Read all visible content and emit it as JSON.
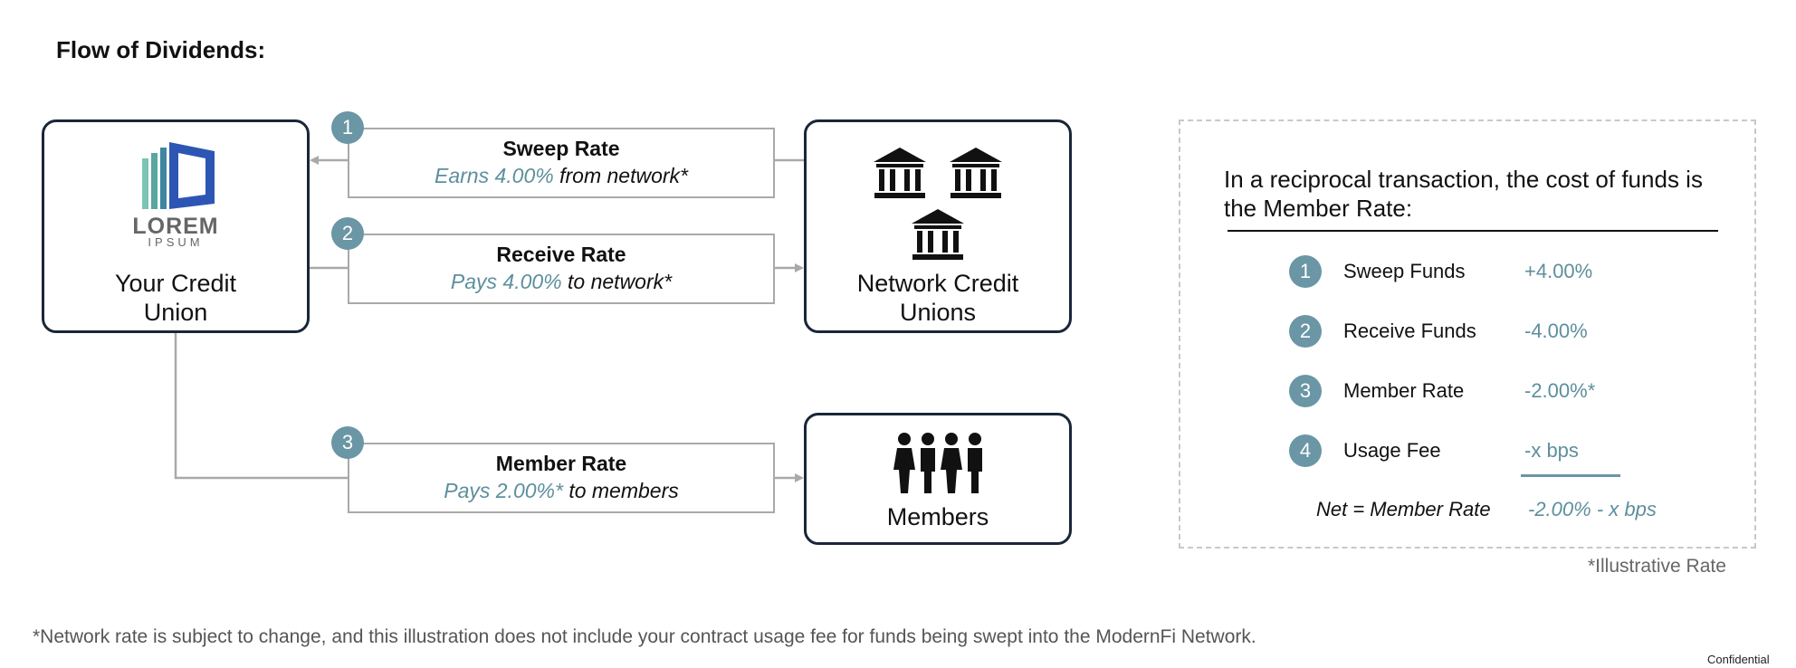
{
  "title": "Flow of Dividends:",
  "logo": {
    "name": "LOREM",
    "sub": "IPSUM"
  },
  "entities": {
    "your_cu": "Your Credit Union",
    "network": "Network Credit Unions",
    "members": "Members"
  },
  "icons": {
    "bank": "bank-building-icon",
    "people": "group-of-people-icon",
    "logo": "stacked-bars-logo-icon"
  },
  "flows": [
    {
      "badge": "1",
      "title": "Sweep Rate",
      "rate": "Earns 4.00%",
      "suffix": " from network*"
    },
    {
      "badge": "2",
      "title": "Receive Rate",
      "rate": "Pays 4.00%",
      "suffix": " to network*"
    },
    {
      "badge": "3",
      "title": "Member Rate",
      "rate": "Pays 2.00%*",
      "suffix": " to members"
    }
  ],
  "summary": {
    "heading": "In a reciprocal transaction, the cost of funds is the Member Rate:",
    "rows": [
      {
        "badge": "1",
        "label": "Sweep Funds",
        "value": "+4.00%"
      },
      {
        "badge": "2",
        "label": "Receive Funds",
        "value": "-4.00%"
      },
      {
        "badge": "3",
        "label": "Member Rate",
        "value": "-2.00%*"
      },
      {
        "badge": "4",
        "label": "Usage Fee",
        "value": "-x bps"
      }
    ],
    "net_label": "Net = Member Rate",
    "net_value": "-2.00% - x bps"
  },
  "illustrative_note": "*Illustrative Rate",
  "footnote": "*Network rate is subject to change, and this illustration does not include your contract usage fee for funds being swept into the ModernFi Network.",
  "confidential": "Confidential",
  "colors": {
    "teal": "#6a96a5",
    "navy": "#1a2638",
    "line": "#a9a9a9"
  }
}
